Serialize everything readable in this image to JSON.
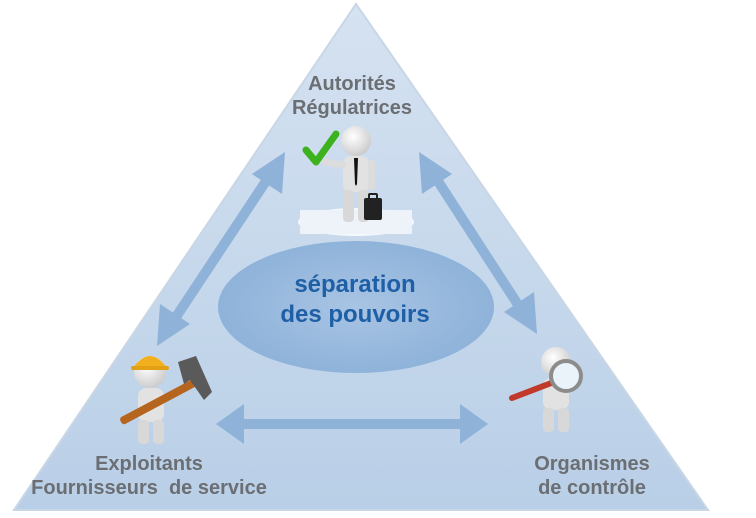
{
  "diagram": {
    "center": {
      "line1": "séparation",
      "line2": "des pouvoirs"
    },
    "top_node": {
      "line1": "Autorités",
      "line2": "Régulatrices"
    },
    "left_node": {
      "line1": "Exploitants",
      "line2": "Fournisseurs  de service"
    },
    "right_node": {
      "line1": "Organismes",
      "line2": "de contrôle"
    }
  },
  "colors": {
    "triangle_fill": "#c4d6ea",
    "arrow": "#8fb2d8",
    "center_ellipse": "#93b4db",
    "center_text": "#1f5fa6",
    "label_text": "#6b6e72",
    "checkmark": "#3cb21e",
    "magnifier_handle": "#c0392b",
    "hammer_handle": "#b5651d",
    "hard_hat": "#f2b01e"
  },
  "icons": [
    "businessman-figure-icon",
    "checkmark-icon",
    "briefcase-icon",
    "worker-figure-icon",
    "hammer-icon",
    "inspector-figure-icon",
    "magnifier-icon"
  ]
}
